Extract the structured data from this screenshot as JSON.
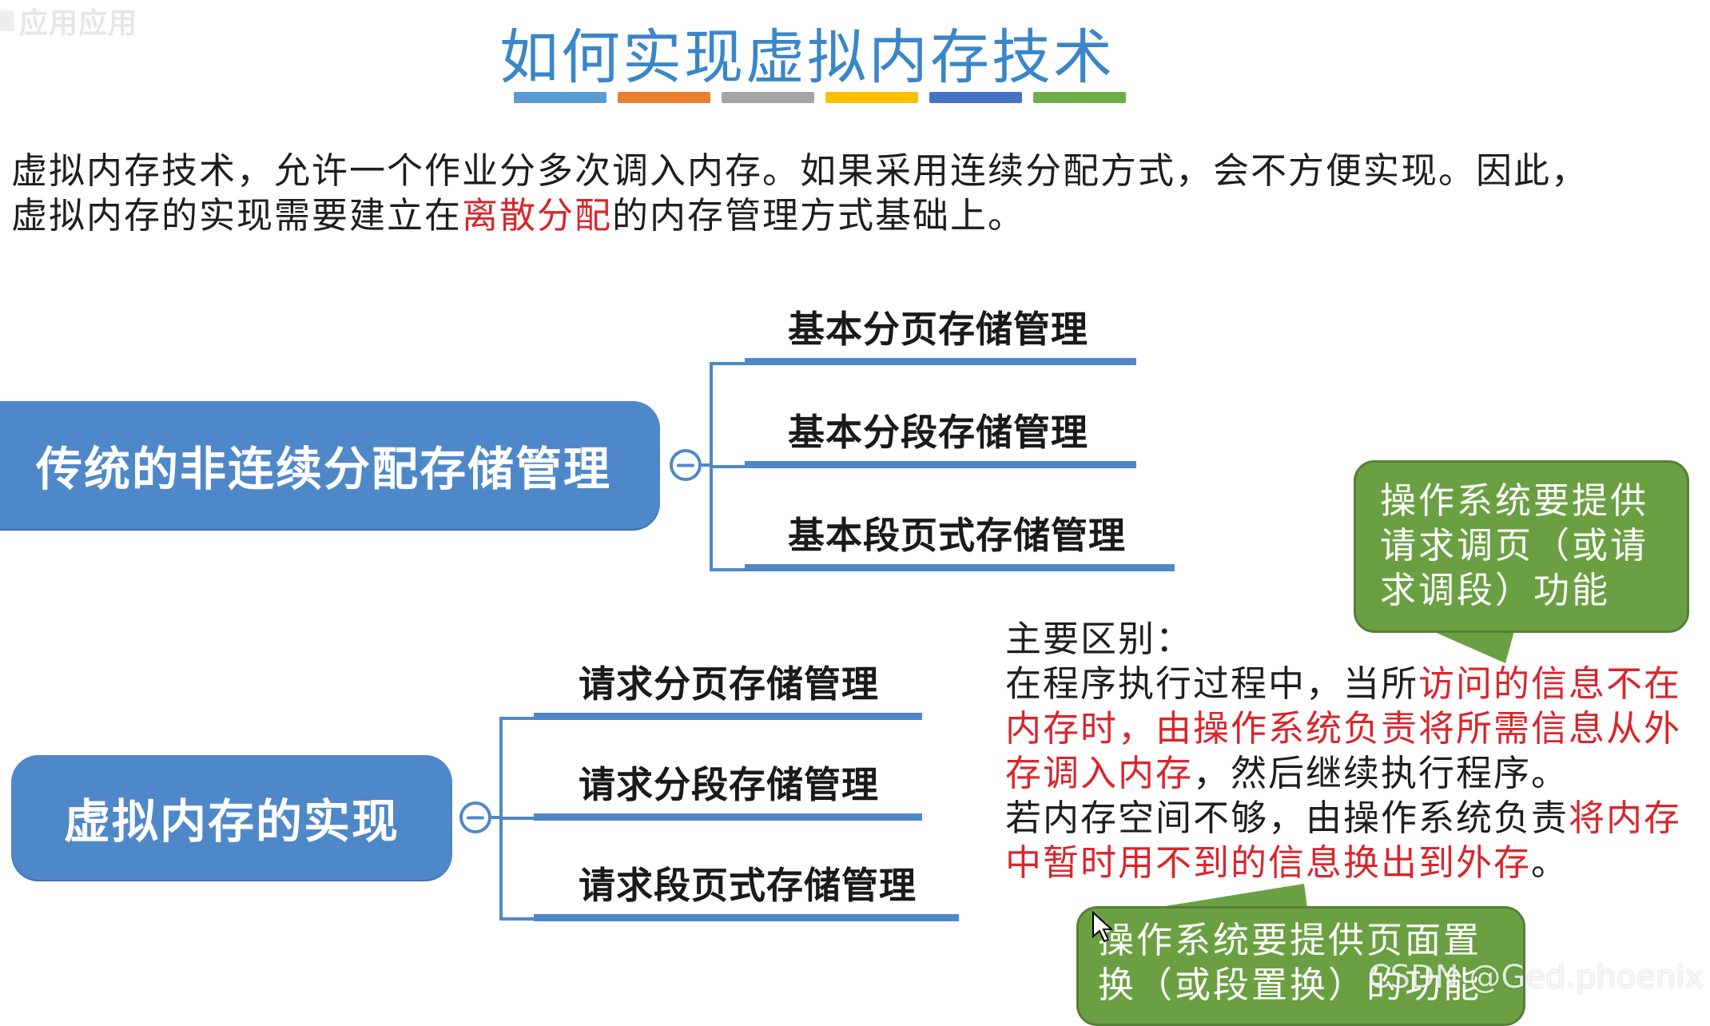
{
  "header": {
    "title": "如何实现虚拟内存技术",
    "stripe_colors": [
      "#5b9bd5",
      "#ed7d31",
      "#a5a5a5",
      "#ffc000",
      "#4472c4",
      "#70ad47"
    ],
    "logo_text": "应用应用"
  },
  "intro": {
    "line1": "虚拟内存技术，允许一个作业分多次调入内存。如果采用连续分配方式，会不方便实现。因此，",
    "line2_a": "虚拟内存的实现需要建立在",
    "line2_highlight": "离散分配",
    "line2_b": "的内存管理方式基础上。"
  },
  "mindmap": {
    "traditional": {
      "label": "传统的非连续分配存储管理",
      "children": [
        "基本分页存储管理",
        "基本分段存储管理",
        "基本段页式存储管理"
      ]
    },
    "virtual": {
      "label": "虚拟内存的实现",
      "children": [
        "请求分页存储管理",
        "请求分段存储管理",
        "请求段页式存储管理"
      ]
    },
    "collapse_symbol": "−"
  },
  "callouts": {
    "request": {
      "lines": [
        "操作系统要提供",
        "请求调页（或请",
        "求调段）功能"
      ]
    },
    "replace": {
      "lines": [
        "操作系统要提供页面置",
        "换（或段置换）的功能"
      ]
    }
  },
  "difference": {
    "heading": "主要区别：",
    "p1_a": "在程序执行过程中，当所",
    "p1_red1": "访问的信息不在",
    "p1_red2": "内存时，由操作系统负责将所需信息从外",
    "p1_red3": "存调入内存",
    "p1_b": "，然后继续执行程序。",
    "p2_a": "若内存空间不够，由操作系统负责",
    "p2_red1": "将内存",
    "p2_red2": "中暂时用不到的信息换出到外存",
    "p2_b": "。"
  },
  "watermark": "CSDN @Ged.phoenix"
}
